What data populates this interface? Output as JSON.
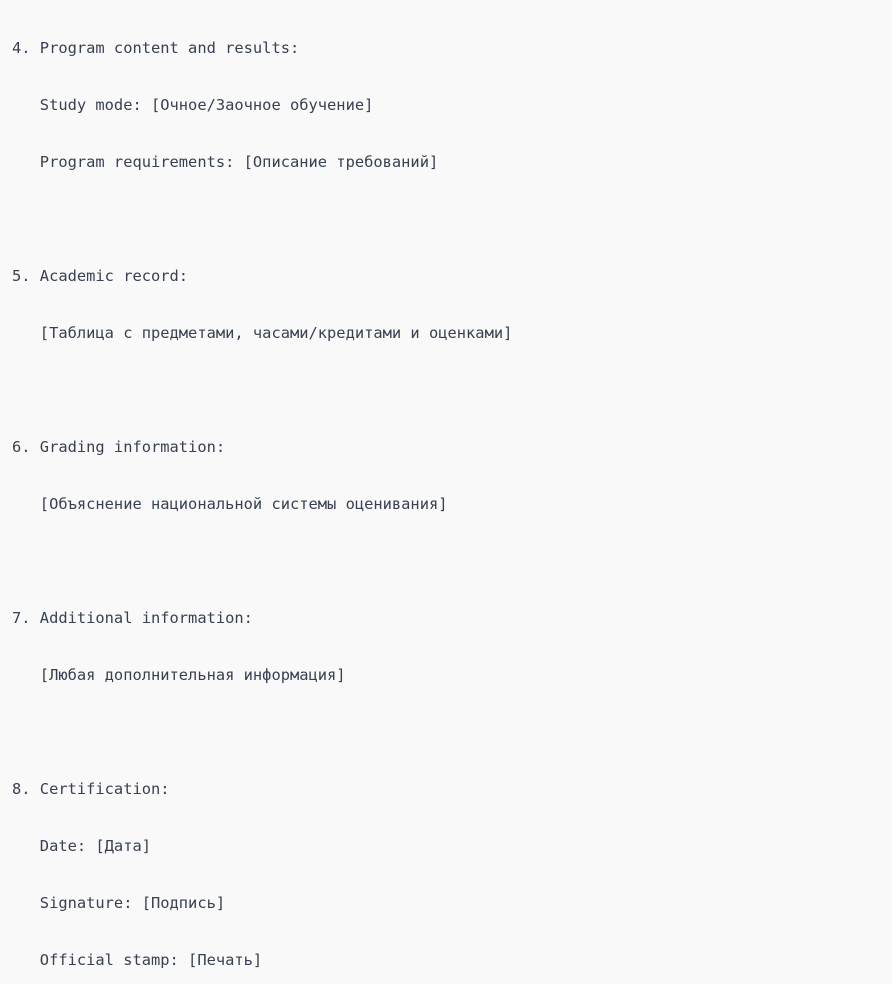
{
  "lines": [
    "4. Program content and results:",
    "   Study mode: [Очное/Заочное обучение]",
    "   Program requirements: [Описание требований]",
    "",
    "5. Academic record:",
    "   [Таблица с предметами, часами/кредитами и оценками]",
    "",
    "6. Grading information:",
    "   [Объяснение национальной системы оценивания]",
    "",
    "7. Additional information:",
    "   [Любая дополнительная информация]",
    "",
    "8. Certification:",
    "   Date: [Дата]",
    "   Signature: [Подпись]",
    "   Official stamp: [Печать]"
  ]
}
